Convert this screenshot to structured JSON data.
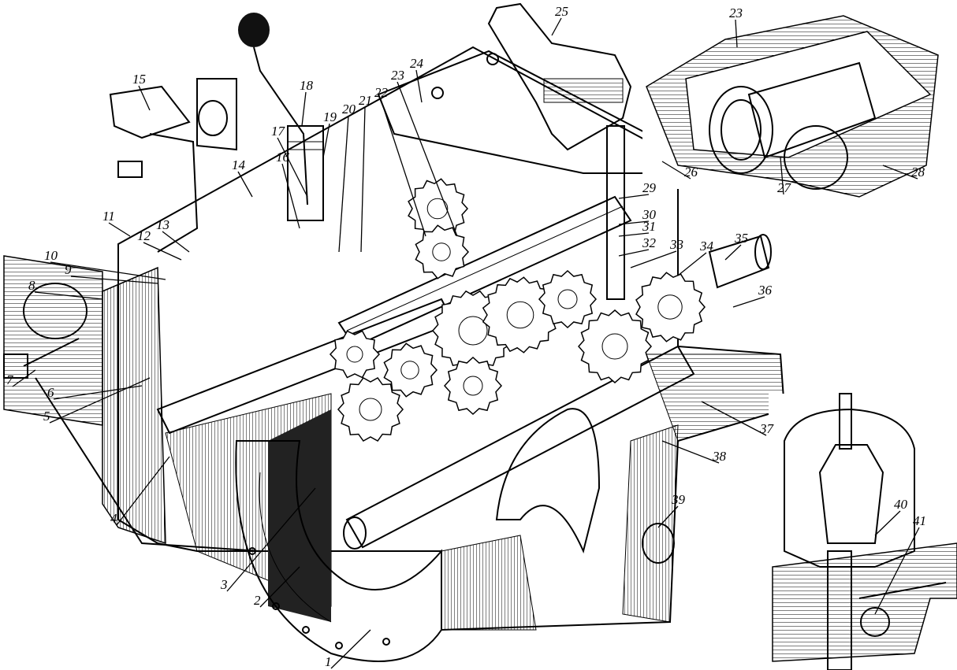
{
  "figure": {
    "callouts": [
      "1",
      "2",
      "3",
      "4",
      "5",
      "6",
      "7",
      "8",
      "9",
      "10",
      "11",
      "12",
      "13",
      "14",
      "15",
      "16",
      "17",
      "18",
      "19",
      "20",
      "21",
      "22",
      "23",
      "24",
      "25",
      "23",
      "26",
      "27",
      "28",
      "29",
      "30",
      "31",
      "32",
      "33",
      "34",
      "35",
      "36",
      "37",
      "38",
      "39",
      "40",
      "41"
    ]
  }
}
